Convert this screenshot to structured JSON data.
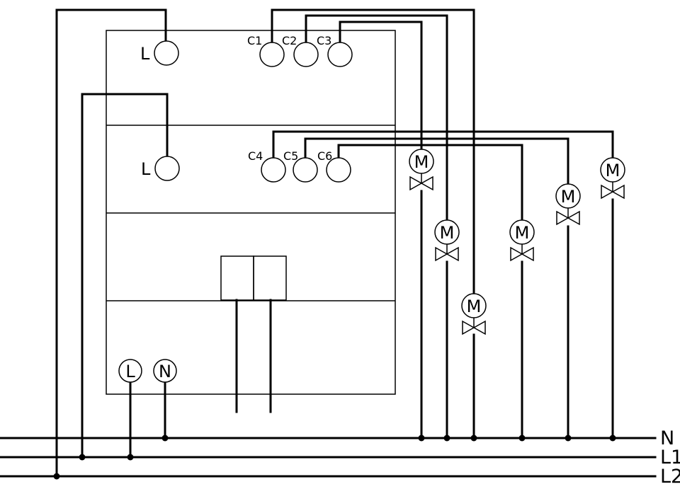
{
  "module_1": {
    "supply_label": "L",
    "channels": [
      "C1",
      "C2",
      "C3"
    ]
  },
  "module_2": {
    "supply_label": "L",
    "channels": [
      "C4",
      "C5",
      "C6"
    ]
  },
  "power_terminals": [
    "L",
    "N"
  ],
  "motor_symbol": "M",
  "buses": [
    "N",
    "L1",
    "L2"
  ]
}
